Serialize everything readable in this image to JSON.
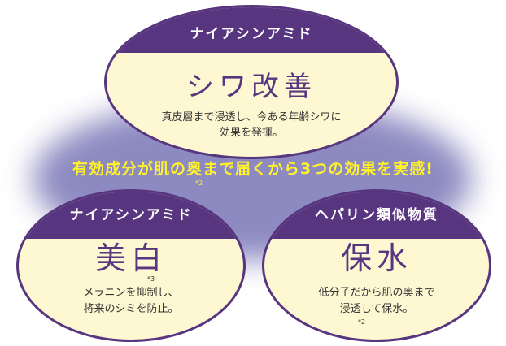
{
  "top": {
    "header": "ナイアシンアミド",
    "title": "シワ改善",
    "desc_line1": "真皮層まで浸透し、今ある年齢シワに",
    "desc_line2": "効果を発揮。"
  },
  "headline": {
    "text": "有効成分が肌の奥まで届くから3つの効果を実感!",
    "note": "*2"
  },
  "left": {
    "header": "ナイアシンアミド",
    "title": "美白",
    "note": "*3",
    "desc_line1": "メラニンを抑制し、",
    "desc_line2": "将来のシミを防止。"
  },
  "right": {
    "header": "ヘパリン類似物質",
    "title": "保水",
    "desc_line1": "低分子だから肌の奥まで",
    "desc_line2": "浸透して保水。",
    "note": "*2"
  },
  "colors": {
    "purple": "#57367f",
    "cream": "#fdf7d2",
    "glow": "#8b89c1",
    "yellow": "#fff22a"
  }
}
